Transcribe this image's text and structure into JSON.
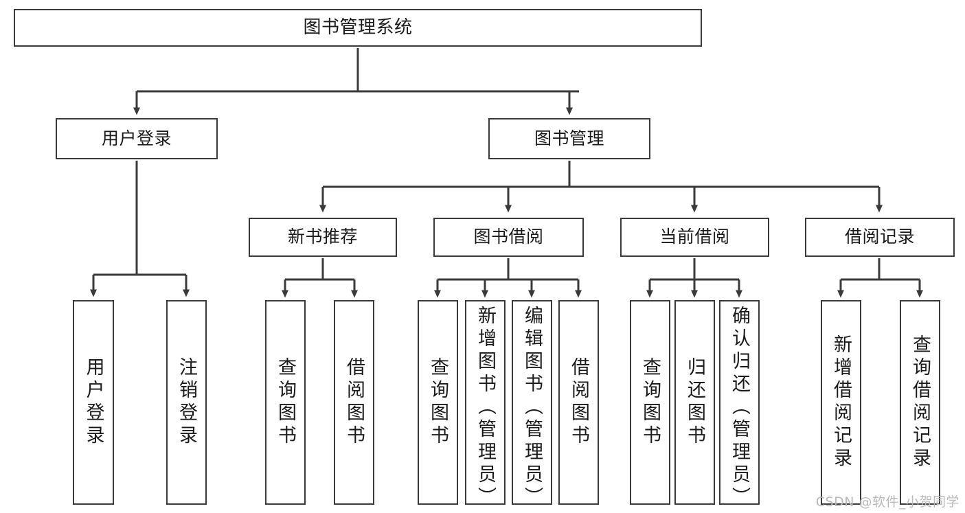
{
  "diagram": {
    "title": "图书管理系统",
    "watermark": "CSDN @软件_小贺同学",
    "stroke_color": "#3a3a3a",
    "background_color": "#ffffff",
    "text_color": "#1a1a1a",
    "nodes": {
      "root": "图书管理系统",
      "level2": {
        "user_login": "用户登录",
        "book_management": "图书管理"
      },
      "level3": {
        "new_book_recommend": "新书推荐",
        "book_borrow": "图书借阅",
        "current_borrow": "当前借阅",
        "borrow_record": "借阅记录"
      },
      "leaves": {
        "user_login_children": [
          "用户登录",
          "注销登录"
        ],
        "new_book_recommend_children": [
          "查询图书",
          "借阅图书"
        ],
        "book_borrow_children": [
          "查询图书",
          "新增图书（管理员）",
          "编辑图书（管理员）",
          "借阅图书"
        ],
        "current_borrow_children": [
          "查询图书",
          "归还图书",
          "确认归还（管理员）"
        ],
        "borrow_record_children": [
          "新增借阅记录",
          "查询借阅记录"
        ]
      }
    }
  }
}
